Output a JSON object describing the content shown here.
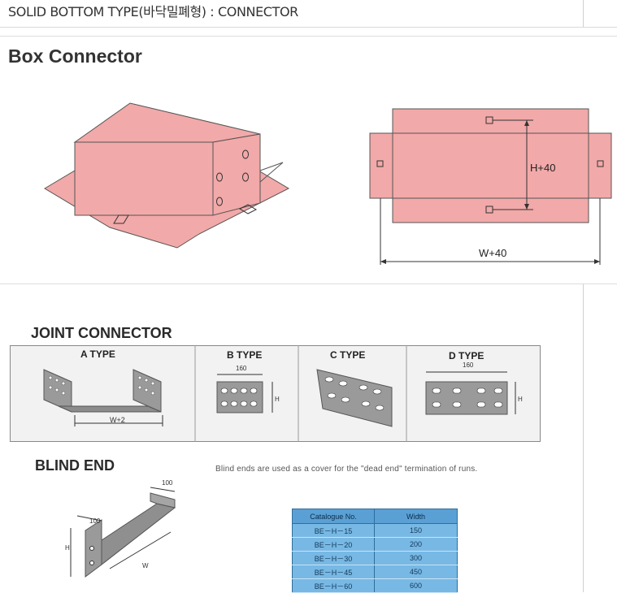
{
  "header": {
    "title": "SOLID BOTTOM TYPE(바닥밀폐형) : CONNECTOR"
  },
  "box_connector": {
    "title": "Box Connector",
    "dim_height": "H+40",
    "dim_width": "W+40"
  },
  "joint_connector": {
    "title": "JOINT CONNECTOR",
    "types": [
      {
        "label": "A TYPE",
        "dim": "W+2"
      },
      {
        "label": "B TYPE",
        "dim_top": "160",
        "dim_side": "H"
      },
      {
        "label": "C TYPE"
      },
      {
        "label": "D TYPE",
        "dim_top": "160",
        "dim_side": "H"
      }
    ]
  },
  "blind_end": {
    "title": "BLIND END",
    "description": "Blind ends are used as a cover for the \"dead end\" termination of runs.",
    "dims": {
      "top": "100",
      "left": "100",
      "height": "H",
      "width": "W"
    },
    "table": {
      "headers": [
        "Catalogue No.",
        "Width"
      ],
      "rows": [
        [
          "BE－H－15",
          "150"
        ],
        [
          "BE－H－20",
          "200"
        ],
        [
          "BE－H－30",
          "300"
        ],
        [
          "BE－H－45",
          "450"
        ],
        [
          "BE－H－60",
          "600"
        ]
      ]
    }
  },
  "colors": {
    "box_fill": "#f2a9a9",
    "panel_bg": "#f2f2f2",
    "metal": "#9a9a9a",
    "table_header": "#5aa0d4",
    "table_cell": "#78b8e4"
  }
}
